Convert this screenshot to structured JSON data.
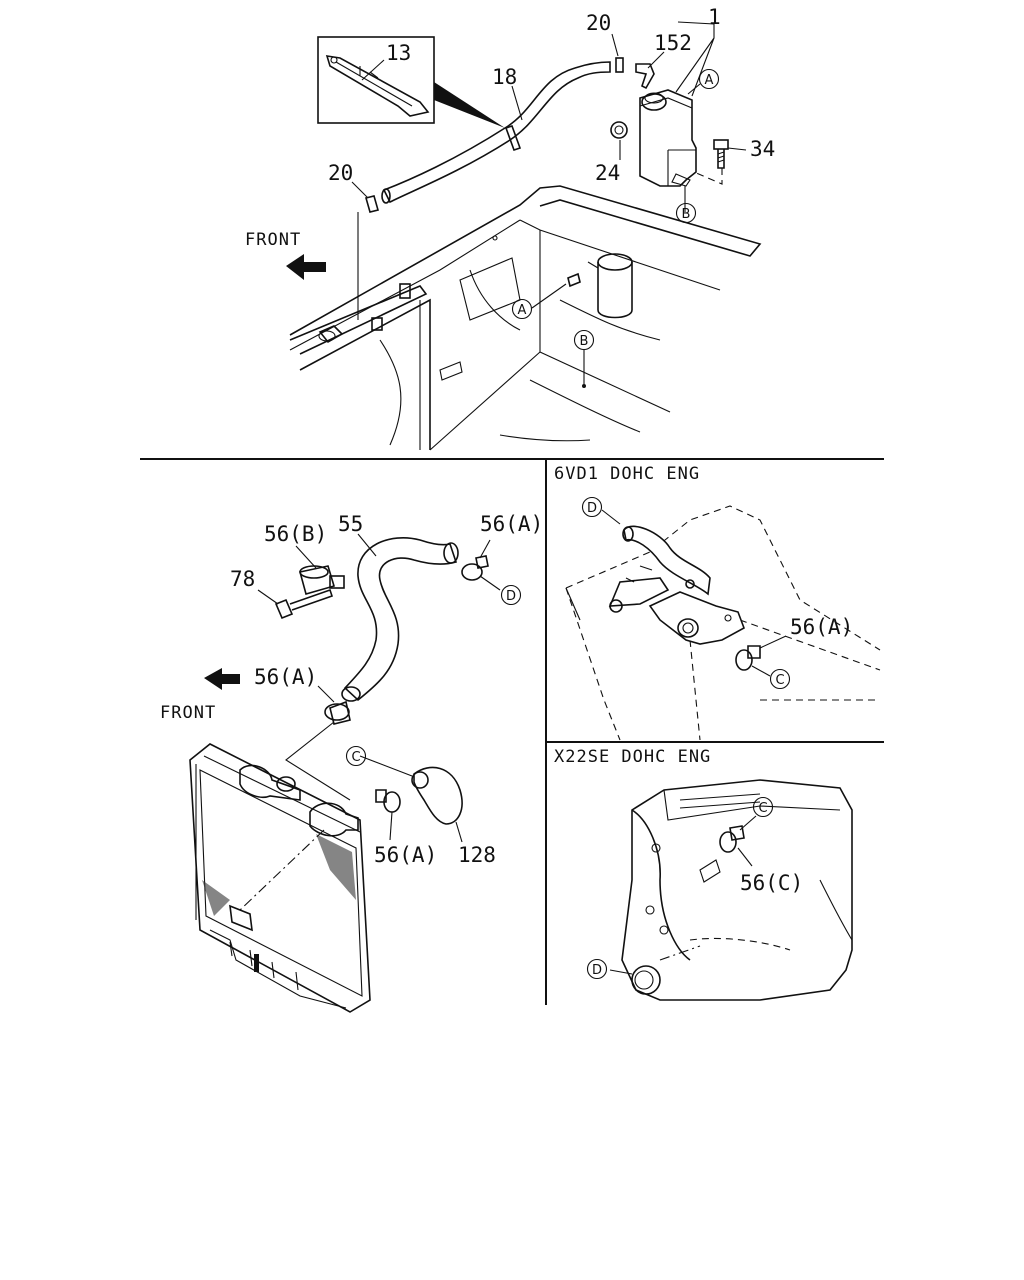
{
  "callouts": {
    "c1": "1",
    "c13": "13",
    "c18": "18",
    "c20_top": "20",
    "c20_left": "20",
    "c152": "152",
    "c24": "24",
    "c34": "34",
    "c55": "55",
    "c56b": "56(B)",
    "c56a_top": "56(A)",
    "c56a_mid": "56(A)",
    "c56a_low": "56(A)",
    "c56a_6vd1": "56(A)",
    "c56c": "56(C)",
    "c78": "78",
    "c128": "128"
  },
  "direction_labels": {
    "front_top": "FRONT",
    "front_bottom": "FRONT"
  },
  "connection_markers": {
    "a": "A",
    "b": "B",
    "c": "C",
    "d": "D"
  },
  "panels": {
    "engine_6vd1": "6VD1 DOHC ENG",
    "engine_x22se": "X22SE DOHC ENG"
  },
  "icons": {
    "front_arrow": "arrow-left-icon",
    "marker": "circle-letter-icon"
  }
}
